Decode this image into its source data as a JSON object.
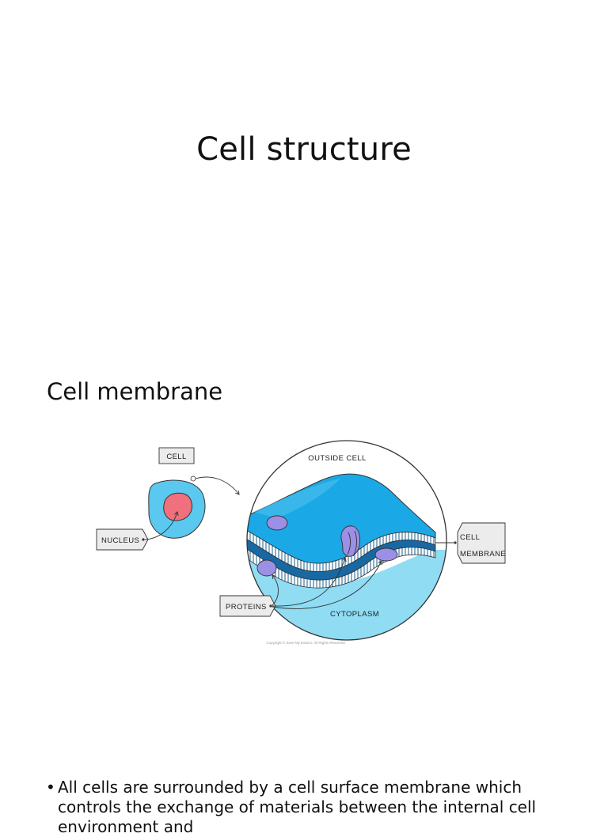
{
  "slide": {
    "title": "Cell structure",
    "section_heading": "Cell membrane"
  },
  "figure": {
    "labels": {
      "cell": "CELL",
      "nucleus": "NUCLEUS",
      "outside_cell": "OUTSIDE  CELL",
      "cell_membrane_line1": "CELL",
      "cell_membrane_line2": "MEMBRANE",
      "proteins": "PROTEINS",
      "cytoplasm": "CYTOPLASM"
    },
    "copyright": "Copyright © Save My Exams. All Rights Reserved",
    "colors": {
      "cell_body": "#5bc8ef",
      "nucleus": "#f0707d",
      "outside_membrane_sheet": "#1aa9e6",
      "cytoplasm": "#8fdcf3",
      "membrane_core": "#1768a3",
      "protein": "#9b8fe6",
      "label_box": "#ececec"
    }
  },
  "bullets": [
    "All cells are surrounded by a cell surface membrane which controls the exchange of materials between the internal cell environment and"
  ]
}
